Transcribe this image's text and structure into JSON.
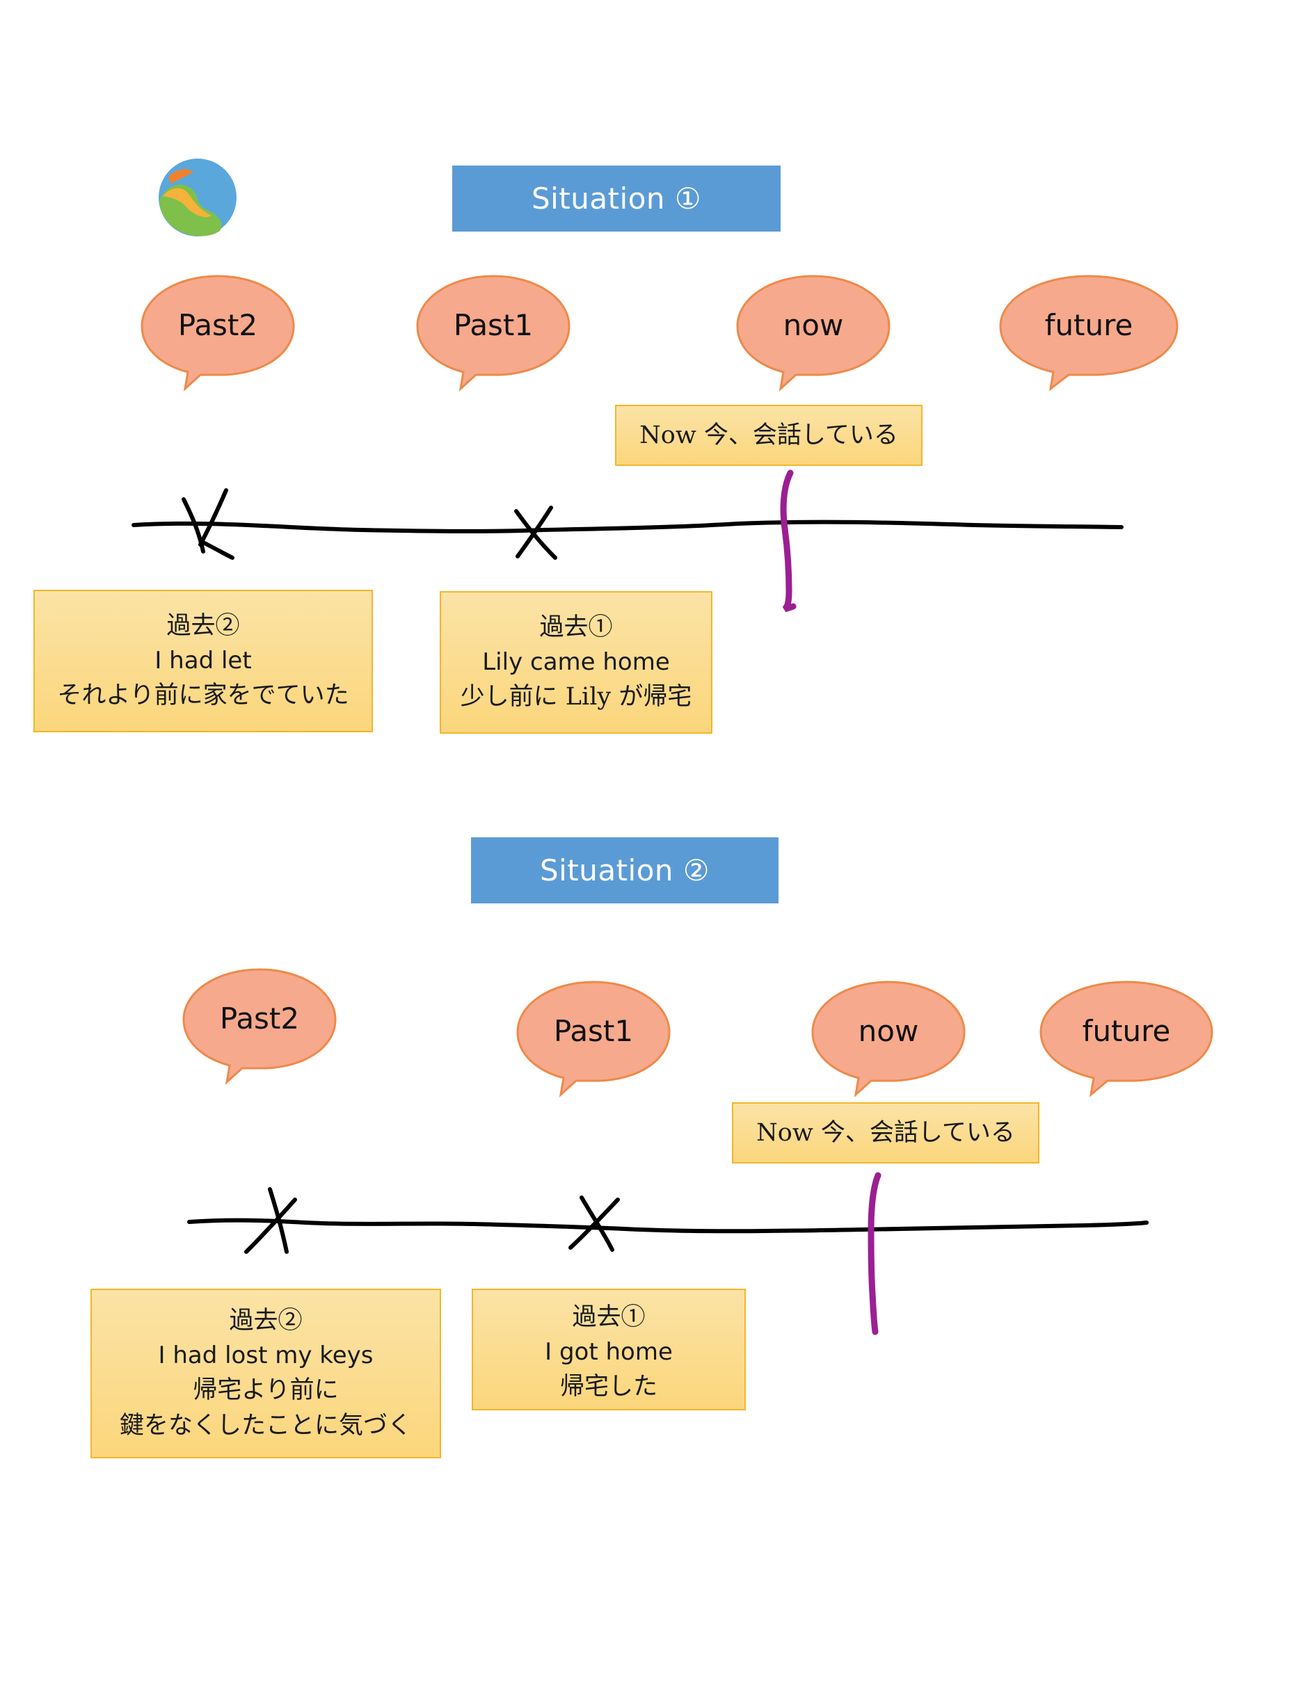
{
  "colors": {
    "title_bg": "#5b9bd5",
    "bubble_fill": "#f6a98c",
    "bubble_stroke": "#ed8a4a",
    "note_fill": "#fbd67c",
    "note_border": "#f2b62c",
    "now_marker": "#9b1f93",
    "timeline": "#000000"
  },
  "logo": {
    "icon": "globe-logo"
  },
  "situation1": {
    "title": "Situation ①",
    "bubbles": {
      "past2": "Past2",
      "past1": "Past1",
      "now": "now",
      "future": "future"
    },
    "now_note": "Now 今、会話している",
    "past2_note": {
      "line1": "過去②",
      "line2": "I had let",
      "line3": "それより前に家をでていた"
    },
    "past1_note": {
      "line1": "過去①",
      "line2": "Lily came home",
      "line3": "少し前に Lily が帰宅"
    }
  },
  "situation2": {
    "title": "Situation ②",
    "bubbles": {
      "past2": "Past2",
      "past1": "Past1",
      "now": "now",
      "future": "future"
    },
    "now_note": "Now 今、会話している",
    "past2_note": {
      "line1": "過去②",
      "line2": "I had lost my keys",
      "line3": "帰宅より前に",
      "line4": "鍵をなくしたことに気づく"
    },
    "past1_note": {
      "line1": "過去①",
      "line2": "I got home",
      "line3": "帰宅した"
    }
  }
}
